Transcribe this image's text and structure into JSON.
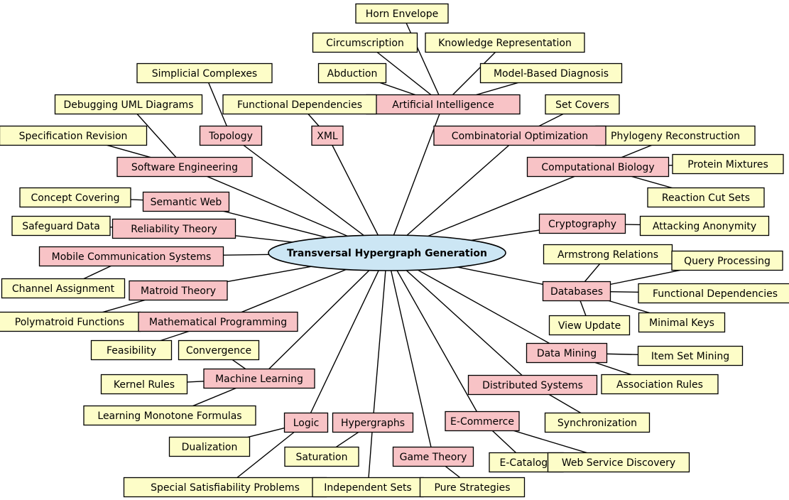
{
  "center": "Transversal Hypergraph Generation",
  "nodes": [
    {
      "id": "artificial-intelligence",
      "label": "Artificial Intelligence",
      "kind": "field"
    },
    {
      "id": "horn-envelope",
      "label": "Horn Envelope",
      "kind": "leaf"
    },
    {
      "id": "circumscription",
      "label": "Circumscription",
      "kind": "leaf"
    },
    {
      "id": "knowledge-representation",
      "label": "Knowledge Representation",
      "kind": "leaf"
    },
    {
      "id": "abduction",
      "label": "Abduction",
      "kind": "leaf"
    },
    {
      "id": "model-based-diagnosis",
      "label": "Model-Based Diagnosis",
      "kind": "leaf"
    },
    {
      "id": "xml",
      "label": "XML",
      "kind": "field"
    },
    {
      "id": "functional-dependencies-xml",
      "label": "Functional Dependencies",
      "kind": "leaf"
    },
    {
      "id": "topology",
      "label": "Topology",
      "kind": "field"
    },
    {
      "id": "simplicial-complexes",
      "label": "Simplicial Complexes",
      "kind": "leaf"
    },
    {
      "id": "software-engineering",
      "label": "Software Engineering",
      "kind": "field"
    },
    {
      "id": "debugging-uml-diagrams",
      "label": "Debugging UML Diagrams",
      "kind": "leaf"
    },
    {
      "id": "specification-revision",
      "label": "Specification Revision",
      "kind": "leaf"
    },
    {
      "id": "semantic-web",
      "label": "Semantic Web",
      "kind": "field"
    },
    {
      "id": "concept-covering",
      "label": "Concept Covering",
      "kind": "leaf"
    },
    {
      "id": "reliability-theory",
      "label": "Reliability Theory",
      "kind": "field"
    },
    {
      "id": "safeguard-data",
      "label": "Safeguard Data",
      "kind": "leaf"
    },
    {
      "id": "mobile-communication-systems",
      "label": "Mobile Communication Systems",
      "kind": "field"
    },
    {
      "id": "channel-assignment",
      "label": "Channel Assignment",
      "kind": "leaf"
    },
    {
      "id": "matroid-theory",
      "label": "Matroid Theory",
      "kind": "field"
    },
    {
      "id": "polymatroid-functions",
      "label": "Polymatroid Functions",
      "kind": "leaf"
    },
    {
      "id": "mathematical-programming",
      "label": "Mathematical Programming",
      "kind": "field"
    },
    {
      "id": "feasibility",
      "label": "Feasibility",
      "kind": "leaf"
    },
    {
      "id": "machine-learning",
      "label": "Machine Learning",
      "kind": "field"
    },
    {
      "id": "convergence",
      "label": "Convergence",
      "kind": "leaf"
    },
    {
      "id": "kernel-rules",
      "label": "Kernel Rules",
      "kind": "leaf"
    },
    {
      "id": "learning-monotone-formulas",
      "label": "Learning Monotone Formulas",
      "kind": "leaf"
    },
    {
      "id": "logic",
      "label": "Logic",
      "kind": "field"
    },
    {
      "id": "dualization",
      "label": "Dualization",
      "kind": "leaf"
    },
    {
      "id": "special-satisfiability-problems",
      "label": "Special Satisfiability Problems",
      "kind": "leaf"
    },
    {
      "id": "hypergraphs",
      "label": "Hypergraphs",
      "kind": "field"
    },
    {
      "id": "saturation",
      "label": "Saturation",
      "kind": "leaf"
    },
    {
      "id": "independent-sets",
      "label": "Independent Sets",
      "kind": "leaf"
    },
    {
      "id": "game-theory",
      "label": "Game Theory",
      "kind": "field"
    },
    {
      "id": "pure-strategies",
      "label": "Pure Strategies",
      "kind": "leaf"
    },
    {
      "id": "e-commerce",
      "label": "E-Commerce",
      "kind": "field"
    },
    {
      "id": "e-catalogs",
      "label": "E-Catalogs",
      "kind": "leaf"
    },
    {
      "id": "web-service-discovery",
      "label": "Web Service Discovery",
      "kind": "leaf"
    },
    {
      "id": "distributed-systems",
      "label": "Distributed Systems",
      "kind": "field"
    },
    {
      "id": "synchronization",
      "label": "Synchronization",
      "kind": "leaf"
    },
    {
      "id": "data-mining",
      "label": "Data Mining",
      "kind": "field"
    },
    {
      "id": "item-set-mining",
      "label": "Item Set Mining",
      "kind": "leaf"
    },
    {
      "id": "association-rules",
      "label": "Association Rules",
      "kind": "leaf"
    },
    {
      "id": "databases",
      "label": "Databases",
      "kind": "field"
    },
    {
      "id": "armstrong-relations",
      "label": "Armstrong Relations",
      "kind": "leaf"
    },
    {
      "id": "query-processing",
      "label": "Query Processing",
      "kind": "leaf"
    },
    {
      "id": "functional-dependencies-db",
      "label": "Functional Dependencies",
      "kind": "leaf"
    },
    {
      "id": "minimal-keys",
      "label": "Minimal Keys",
      "kind": "leaf"
    },
    {
      "id": "view-update",
      "label": "View Update",
      "kind": "leaf"
    },
    {
      "id": "cryptography",
      "label": "Cryptography",
      "kind": "field"
    },
    {
      "id": "attacking-anonymity",
      "label": "Attacking Anonymity",
      "kind": "leaf"
    },
    {
      "id": "computational-biology",
      "label": "Computational Biology",
      "kind": "field"
    },
    {
      "id": "phylogeny-reconstruction",
      "label": "Phylogeny Reconstruction",
      "kind": "leaf"
    },
    {
      "id": "protein-mixtures",
      "label": "Protein Mixtures",
      "kind": "leaf"
    },
    {
      "id": "reaction-cut-sets",
      "label": "Reaction Cut Sets",
      "kind": "leaf"
    },
    {
      "id": "combinatorial-optimization",
      "label": "Combinatorial Optimization",
      "kind": "field"
    },
    {
      "id": "set-covers",
      "label": "Set Covers",
      "kind": "leaf"
    }
  ],
  "edges": [
    [
      "center",
      "artificial-intelligence"
    ],
    [
      "center",
      "xml"
    ],
    [
      "center",
      "topology"
    ],
    [
      "center",
      "software-engineering"
    ],
    [
      "center",
      "semantic-web"
    ],
    [
      "center",
      "reliability-theory"
    ],
    [
      "center",
      "mobile-communication-systems"
    ],
    [
      "center",
      "matroid-theory"
    ],
    [
      "center",
      "mathematical-programming"
    ],
    [
      "center",
      "machine-learning"
    ],
    [
      "center",
      "logic"
    ],
    [
      "center",
      "hypergraphs"
    ],
    [
      "center",
      "game-theory"
    ],
    [
      "center",
      "e-commerce"
    ],
    [
      "center",
      "distributed-systems"
    ],
    [
      "center",
      "data-mining"
    ],
    [
      "center",
      "databases"
    ],
    [
      "center",
      "cryptography"
    ],
    [
      "center",
      "computational-biology"
    ],
    [
      "center",
      "combinatorial-optimization"
    ],
    [
      "artificial-intelligence",
      "horn-envelope"
    ],
    [
      "artificial-intelligence",
      "circumscription"
    ],
    [
      "artificial-intelligence",
      "knowledge-representation"
    ],
    [
      "artificial-intelligence",
      "abduction"
    ],
    [
      "artificial-intelligence",
      "model-based-diagnosis"
    ],
    [
      "xml",
      "functional-dependencies-xml"
    ],
    [
      "topology",
      "simplicial-complexes"
    ],
    [
      "software-engineering",
      "debugging-uml-diagrams"
    ],
    [
      "software-engineering",
      "specification-revision"
    ],
    [
      "semantic-web",
      "concept-covering"
    ],
    [
      "reliability-theory",
      "safeguard-data"
    ],
    [
      "mobile-communication-systems",
      "channel-assignment"
    ],
    [
      "matroid-theory",
      "polymatroid-functions"
    ],
    [
      "mathematical-programming",
      "feasibility"
    ],
    [
      "machine-learning",
      "convergence"
    ],
    [
      "machine-learning",
      "kernel-rules"
    ],
    [
      "machine-learning",
      "learning-monotone-formulas"
    ],
    [
      "logic",
      "dualization"
    ],
    [
      "logic",
      "special-satisfiability-problems"
    ],
    [
      "hypergraphs",
      "saturation"
    ],
    [
      "hypergraphs",
      "independent-sets"
    ],
    [
      "game-theory",
      "pure-strategies"
    ],
    [
      "e-commerce",
      "e-catalogs"
    ],
    [
      "e-commerce",
      "web-service-discovery"
    ],
    [
      "distributed-systems",
      "synchronization"
    ],
    [
      "data-mining",
      "item-set-mining"
    ],
    [
      "data-mining",
      "association-rules"
    ],
    [
      "databases",
      "armstrong-relations"
    ],
    [
      "databases",
      "query-processing"
    ],
    [
      "databases",
      "functional-dependencies-db"
    ],
    [
      "databases",
      "minimal-keys"
    ],
    [
      "databases",
      "view-update"
    ],
    [
      "cryptography",
      "attacking-anonymity"
    ],
    [
      "computational-biology",
      "phylogeny-reconstruction"
    ],
    [
      "computational-biology",
      "protein-mixtures"
    ],
    [
      "computational-biology",
      "reaction-cut-sets"
    ],
    [
      "combinatorial-optimization",
      "set-covers"
    ]
  ],
  "colors": {
    "center_fill": "#cce6f4",
    "field_fill": "#f8c3c6",
    "leaf_fill": "#fdfdc8",
    "stroke": "#000000"
  }
}
